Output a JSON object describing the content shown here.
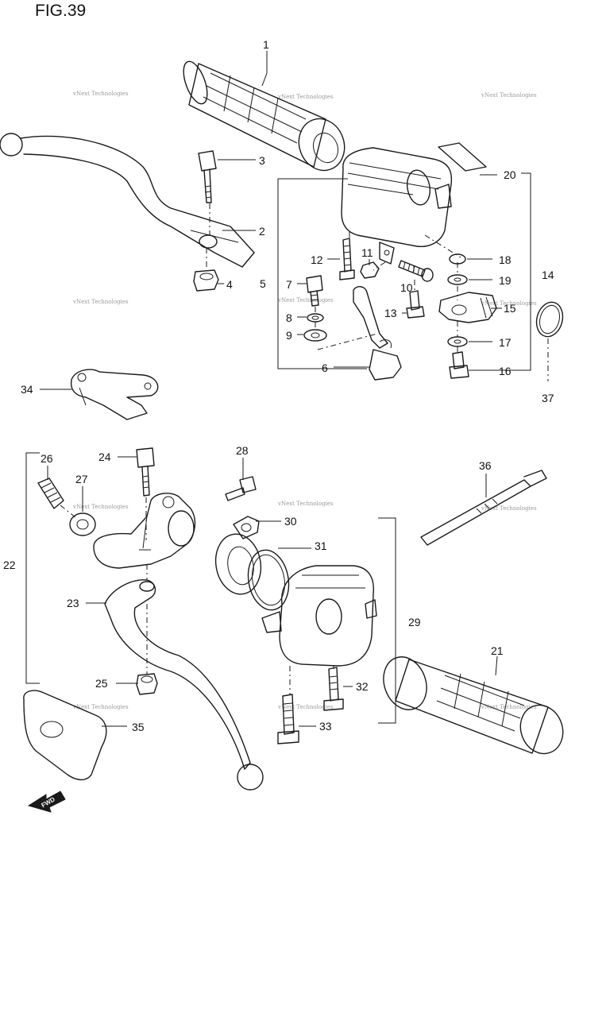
{
  "figure": {
    "title": "FIG.39"
  },
  "watermark": "vNext Technologies",
  "fwd_label": "FWD",
  "callouts": [
    {
      "id": "c1",
      "label": "1"
    },
    {
      "id": "c2",
      "label": "2"
    },
    {
      "id": "c3",
      "label": "3"
    },
    {
      "id": "c4",
      "label": "4"
    },
    {
      "id": "c5",
      "label": "5"
    },
    {
      "id": "c6",
      "label": "6"
    },
    {
      "id": "c7",
      "label": "7"
    },
    {
      "id": "c8",
      "label": "8"
    },
    {
      "id": "c9",
      "label": "9"
    },
    {
      "id": "c10",
      "label": "10"
    },
    {
      "id": "c11",
      "label": "11"
    },
    {
      "id": "c12",
      "label": "12"
    },
    {
      "id": "c13",
      "label": "13"
    },
    {
      "id": "c14",
      "label": "14"
    },
    {
      "id": "c15",
      "label": "15"
    },
    {
      "id": "c16",
      "label": "16"
    },
    {
      "id": "c17",
      "label": "17"
    },
    {
      "id": "c18",
      "label": "18"
    },
    {
      "id": "c19",
      "label": "19"
    },
    {
      "id": "c20",
      "label": "20"
    },
    {
      "id": "c21",
      "label": "21"
    },
    {
      "id": "c22",
      "label": "22"
    },
    {
      "id": "c23",
      "label": "23"
    },
    {
      "id": "c24",
      "label": "24"
    },
    {
      "id": "c25",
      "label": "25"
    },
    {
      "id": "c26",
      "label": "26"
    },
    {
      "id": "c27",
      "label": "27"
    },
    {
      "id": "c28",
      "label": "28"
    },
    {
      "id": "c29",
      "label": "29"
    },
    {
      "id": "c30",
      "label": "30"
    },
    {
      "id": "c31",
      "label": "31"
    },
    {
      "id": "c32",
      "label": "32"
    },
    {
      "id": "c33",
      "label": "33"
    },
    {
      "id": "c34",
      "label": "34"
    },
    {
      "id": "c35",
      "label": "35"
    },
    {
      "id": "c36",
      "label": "36"
    },
    {
      "id": "c37",
      "label": "37"
    }
  ]
}
